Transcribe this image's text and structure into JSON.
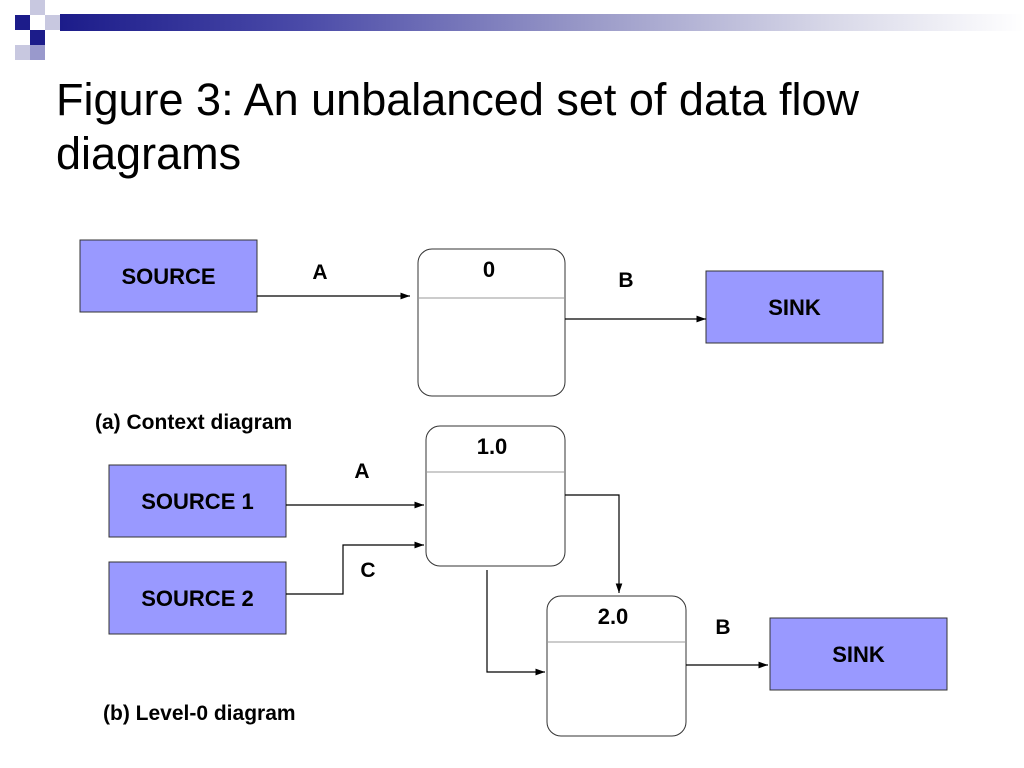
{
  "slide": {
    "title": "Figure 3: An unbalanced set of data flow diagrams"
  },
  "theme": {
    "entity_fill": "#9999ff",
    "banner_dark": "#1c1c8a",
    "logo_colors": [
      "#1c1c8a",
      "#9999cc",
      "#c8c8e0"
    ]
  },
  "context_diagram": {
    "caption": "(a) Context diagram",
    "source": "SOURCE",
    "process_id": "0",
    "sink": "SINK",
    "flows": {
      "input": "A",
      "output": "B"
    }
  },
  "level0_diagram": {
    "caption": "(b) Level-0 diagram",
    "source1": "SOURCE 1",
    "source2": "SOURCE 2",
    "process1_id": "1.0",
    "process2_id": "2.0",
    "sink": "SINK",
    "flows": {
      "a": "A",
      "c": "C",
      "b": "B"
    }
  }
}
